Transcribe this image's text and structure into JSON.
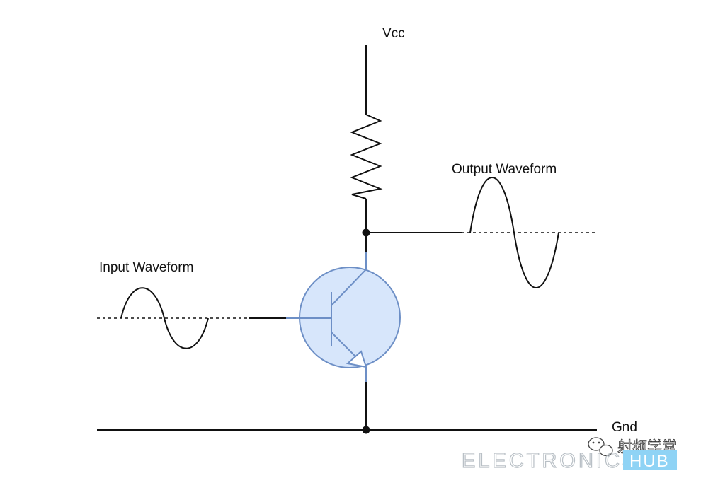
{
  "labels": {
    "vcc": "Vcc",
    "gnd": "Gnd",
    "input": "Input Waveform",
    "output": "Output Waveform"
  },
  "watermark": {
    "brand": "ELECTRONICS",
    "hub": "HUB",
    "wechat": "射频学堂"
  },
  "colors": {
    "wire": "#111111",
    "transistor_fill": "#d7e6fb",
    "transistor_stroke": "#6d8fc6",
    "brand_gray": "#b9c0c6",
    "hub_blue": "#8fd3f5"
  }
}
